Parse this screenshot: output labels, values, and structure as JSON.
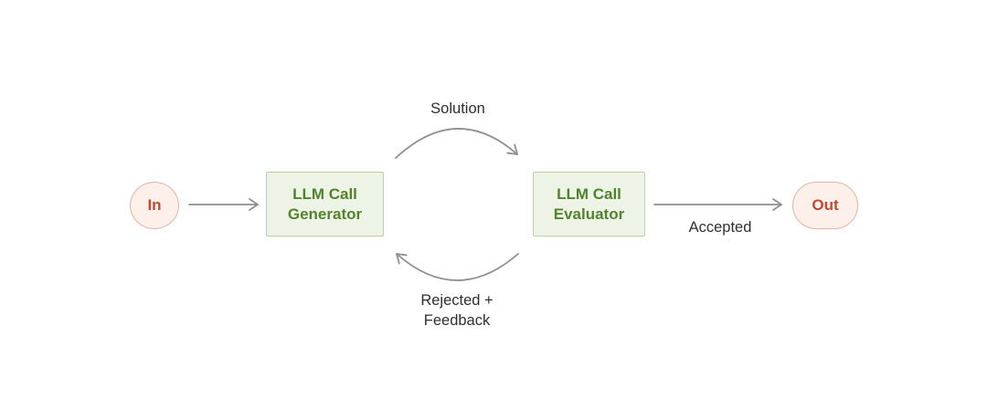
{
  "diagram": {
    "nodes": {
      "input": {
        "label": "In"
      },
      "generator": {
        "label": "LLM Call Generator"
      },
      "evaluator": {
        "label": "LLM Call Evaluator"
      },
      "output": {
        "label": "Out"
      }
    },
    "edges": {
      "solution": {
        "label": "Solution"
      },
      "accepted": {
        "label": "Accepted"
      },
      "rejected": {
        "label_line1": "Rejected +",
        "label_line2": "Feedback"
      }
    },
    "colors": {
      "bg": "#ffffff",
      "box-fill": "#edf4e5",
      "box-border": "#b9d2a2",
      "box-text": "#53822e",
      "pill-fill": "#fdefe9",
      "pill-border": "#e2b5a6",
      "pill-text": "#c04a32",
      "arrow": "#8f8f8f",
      "label-text": "#2e2e2e"
    }
  }
}
